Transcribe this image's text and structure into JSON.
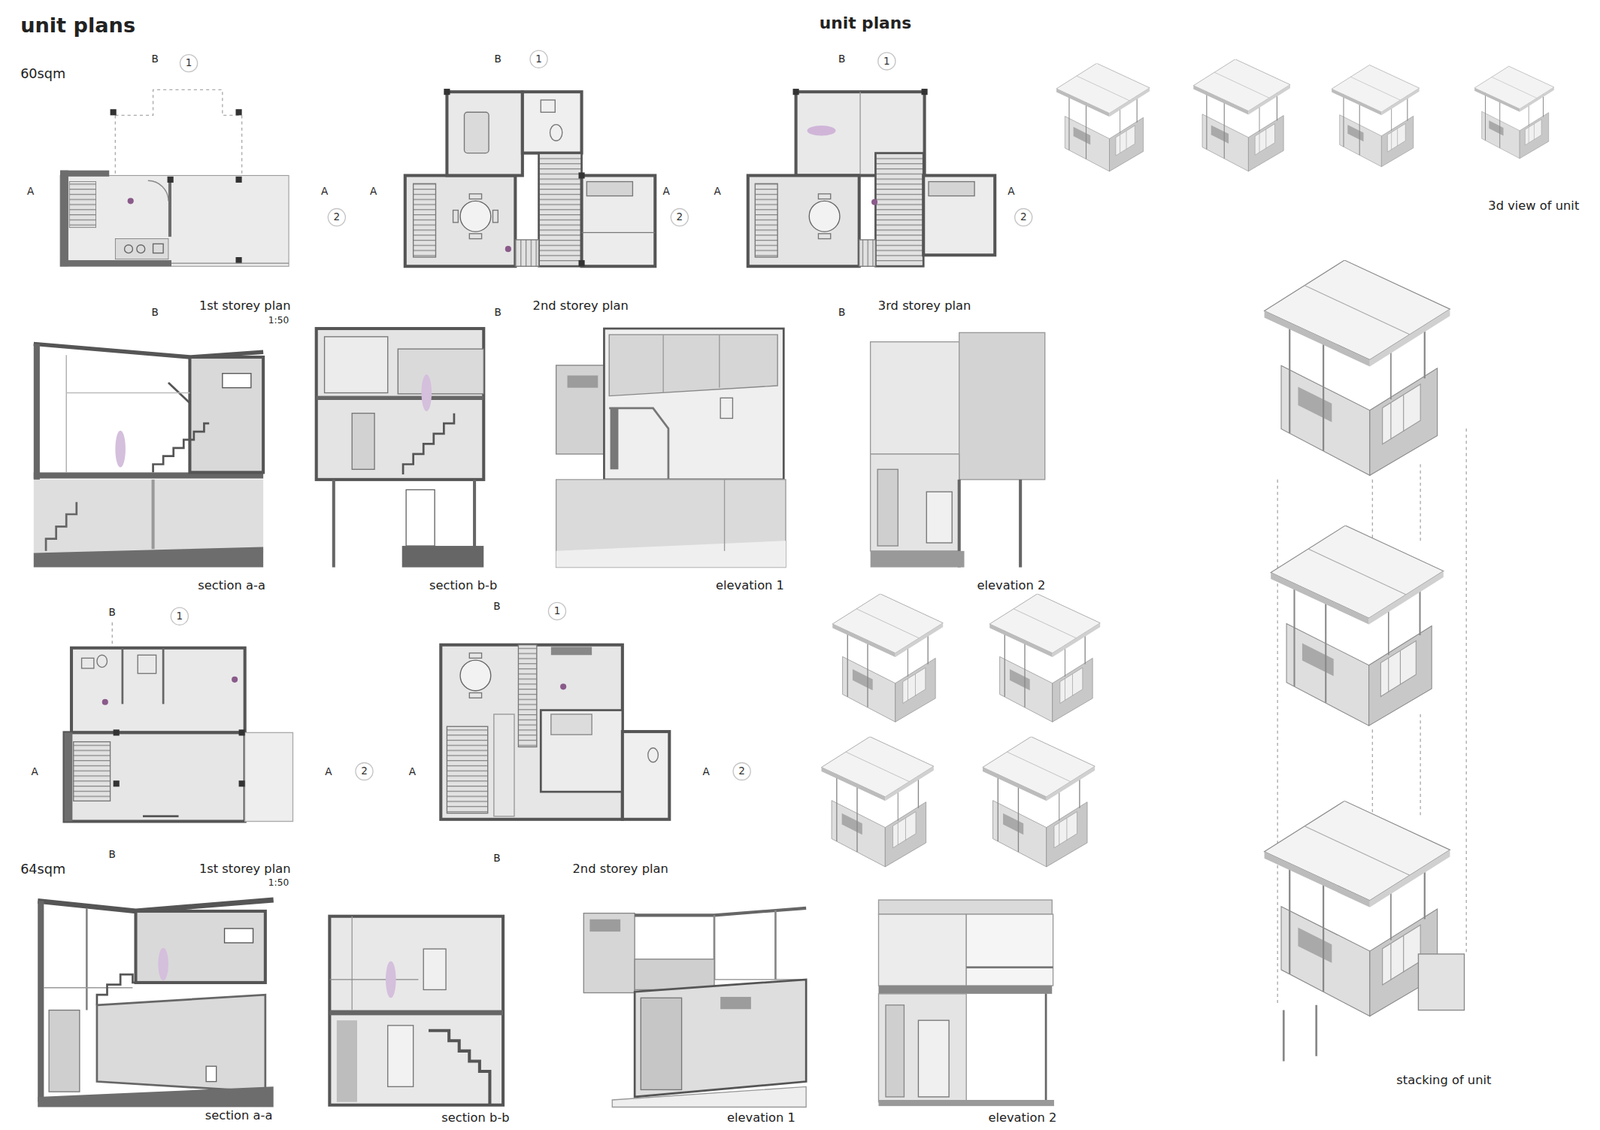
{
  "diagram": {
    "title": "unit plans",
    "nodes": [
      {
        "text": [
          "1"
        ]
      },
      {
        "text": [
          "2"
        ]
      },
      {
        "text": [
          "1"
        ]
      },
      {
        "text": [
          "2"
        ]
      },
      {
        "text": [
          "1"
        ]
      },
      {
        "text": [
          "2"
        ]
      },
      {
        "text": [
          "1"
        ]
      },
      {
        "text": [
          "2"
        ]
      },
      {
        "text": [
          "1"
        ]
      },
      {
        "text": [
          "2"
        ]
      }
    ],
    "labels": [
      "unit plans",
      "60sqm",
      "B",
      "A",
      "A",
      "B",
      "1st storey plan",
      "1:50",
      "B",
      "A",
      "A",
      "B",
      "2nd storey plan",
      "B",
      "A",
      "A",
      "B",
      "3rd storey plan",
      "3d view of unit",
      "section a-a",
      "section b-b",
      "elevation 1",
      "elevation 2",
      "B",
      "A",
      "A",
      "B",
      "B",
      "A",
      "A",
      "B",
      "64sqm",
      "1st storey plan",
      "1:50",
      "2nd storey plan",
      "section a-a",
      "section b-b",
      "elevation 1",
      "elevation 2",
      "stacking of unit"
    ]
  }
}
